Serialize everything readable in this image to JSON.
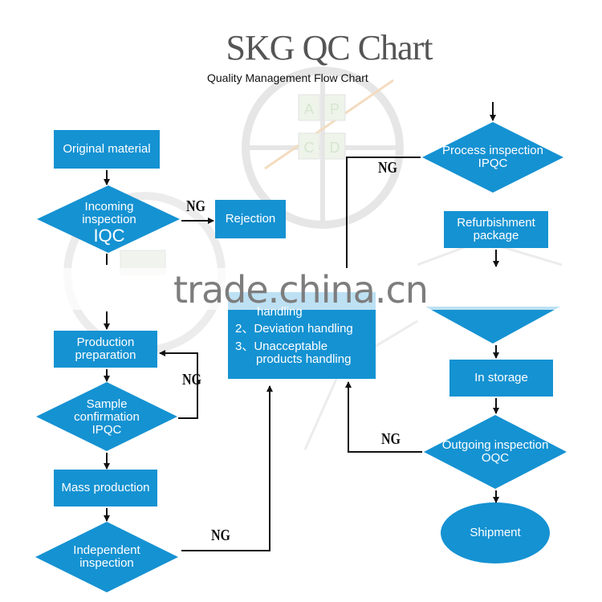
{
  "header": {
    "title": "SKG QC Chart",
    "subtitle": "Quality Management Flow Chart"
  },
  "background": {
    "pdca_letters": [
      "A",
      "P",
      "C",
      "D"
    ]
  },
  "watermark": "trade.china.cn",
  "colors": {
    "node_fill": "#1592d2",
    "node_text": "#ffffff",
    "arrow": "#111111"
  },
  "nodes": {
    "original_material": "Original material",
    "incoming_inspection": "Incoming\ninspection",
    "incoming_inspection_code": "IQC",
    "rejection": "Rejection",
    "production_preparation": "Production\npreparation",
    "sample_confirmation": "Sample\nconfirmation\nIPQC",
    "mass_production": "Mass production",
    "independent_inspection": "Independent\ninspection",
    "process_inspection": "Process inspection\nIPQC",
    "refurbishment_package": "Refurbishment\npackage",
    "in_storage": "In storage",
    "outgoing_inspection": "Outgoing inspection\nOQC",
    "shipment": "Shipment"
  },
  "handling_box": {
    "line1": "handling",
    "line2": "2、Deviation handling",
    "line3": "3、Unacceptable",
    "line4": "products handling"
  },
  "ng_label": "NG"
}
